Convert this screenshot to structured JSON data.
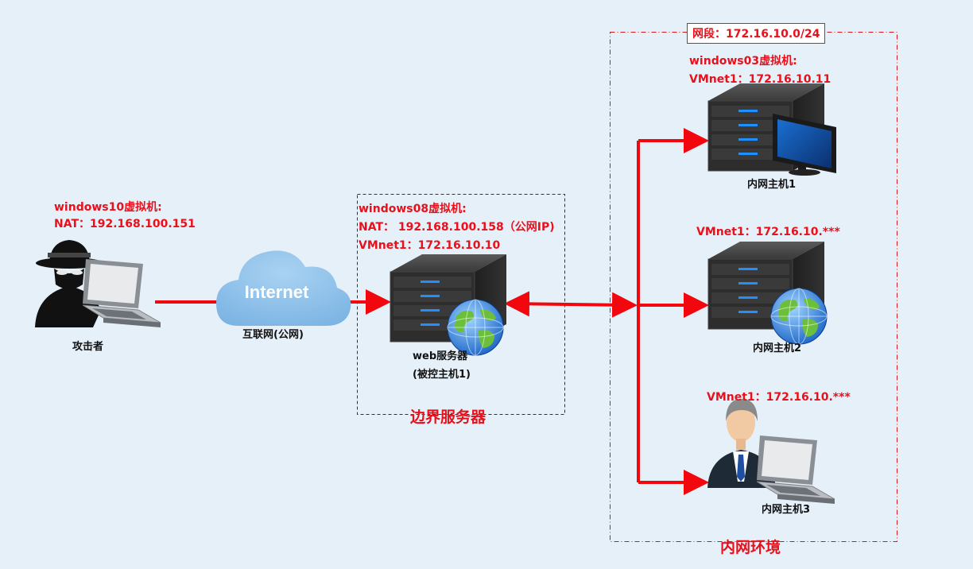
{
  "attacker": {
    "vm_label": "windows10虚拟机:",
    "nat_label": "NAT：192.168.100.151",
    "caption": "攻击者"
  },
  "internet": {
    "cloud_text": "Internet",
    "caption": "互联网(公网)"
  },
  "border_server": {
    "vm_label": "windows08虚拟机:",
    "nat_label": "NAT：   192.168.100.158（公网IP)",
    "vmnet_label": "VMnet1：172.16.10.10",
    "caption_line1": "web服务器",
    "caption_line2": "(被控主机1)",
    "zone_title": "边界服务器"
  },
  "intranet": {
    "segment_label": "网段：172.16.10.0/24",
    "zone_title": "内网环境",
    "host1": {
      "vm_label": "windows03虚拟机:",
      "vmnet_label": "VMnet1：172.16.10.11",
      "caption": "内网主机1"
    },
    "host2": {
      "vmnet_label": "VMnet1：172.16.10.***",
      "caption": "内网主机2"
    },
    "host3": {
      "vmnet_label": "VMnet1：172.16.10.***",
      "caption": "内网主机3"
    }
  },
  "colors": {
    "background": "#e6f0f9",
    "link": "#f2070f",
    "label_red": "#e8101a",
    "server_body": "#2b2b2b",
    "server_led": "#1e90ff",
    "cloud": "#8dbfe8"
  },
  "icons": [
    "hacker-icon",
    "laptop-icon",
    "cloud-icon",
    "server-icon",
    "globe-icon",
    "monitor-icon",
    "businessman-icon"
  ]
}
